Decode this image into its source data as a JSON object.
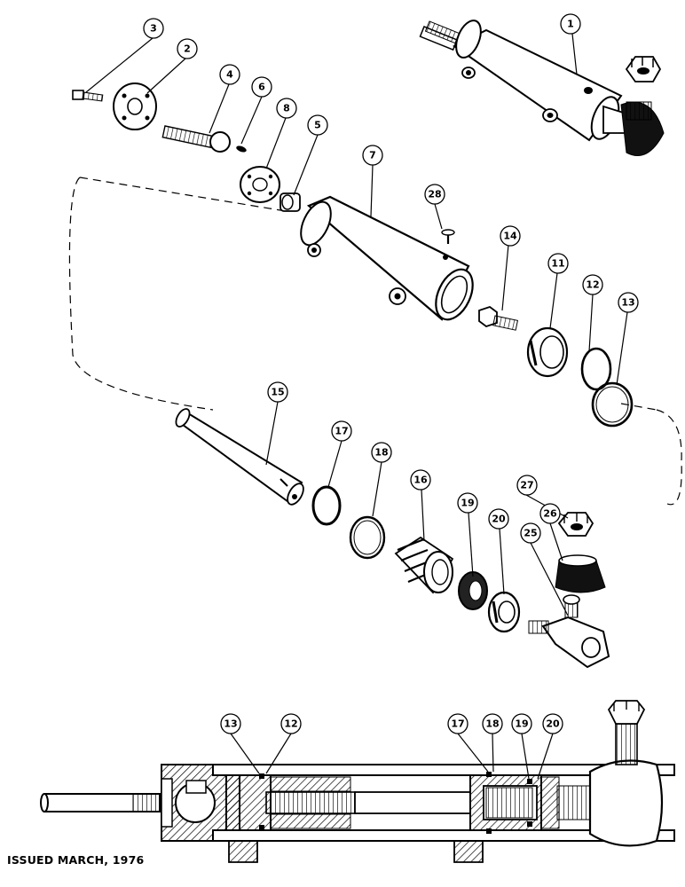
{
  "callouts": {
    "c1": "1",
    "c2": "2",
    "c3": "3",
    "c4": "4",
    "c5": "5",
    "c6": "6",
    "c7": "7",
    "c8": "8",
    "c11": "11",
    "c12": "12",
    "c13": "13",
    "c14": "14",
    "c15": "15",
    "c16": "16",
    "c17": "17",
    "c18": "18",
    "c19": "19",
    "c20": "20",
    "c25": "25",
    "c26": "26",
    "c27": "27",
    "c28": "28",
    "s13": "13",
    "s12": "12",
    "s17": "17",
    "s18": "18",
    "s19": "19",
    "s20": "20"
  },
  "footer": {
    "issued": "ISSUED MARCH, 1976"
  }
}
